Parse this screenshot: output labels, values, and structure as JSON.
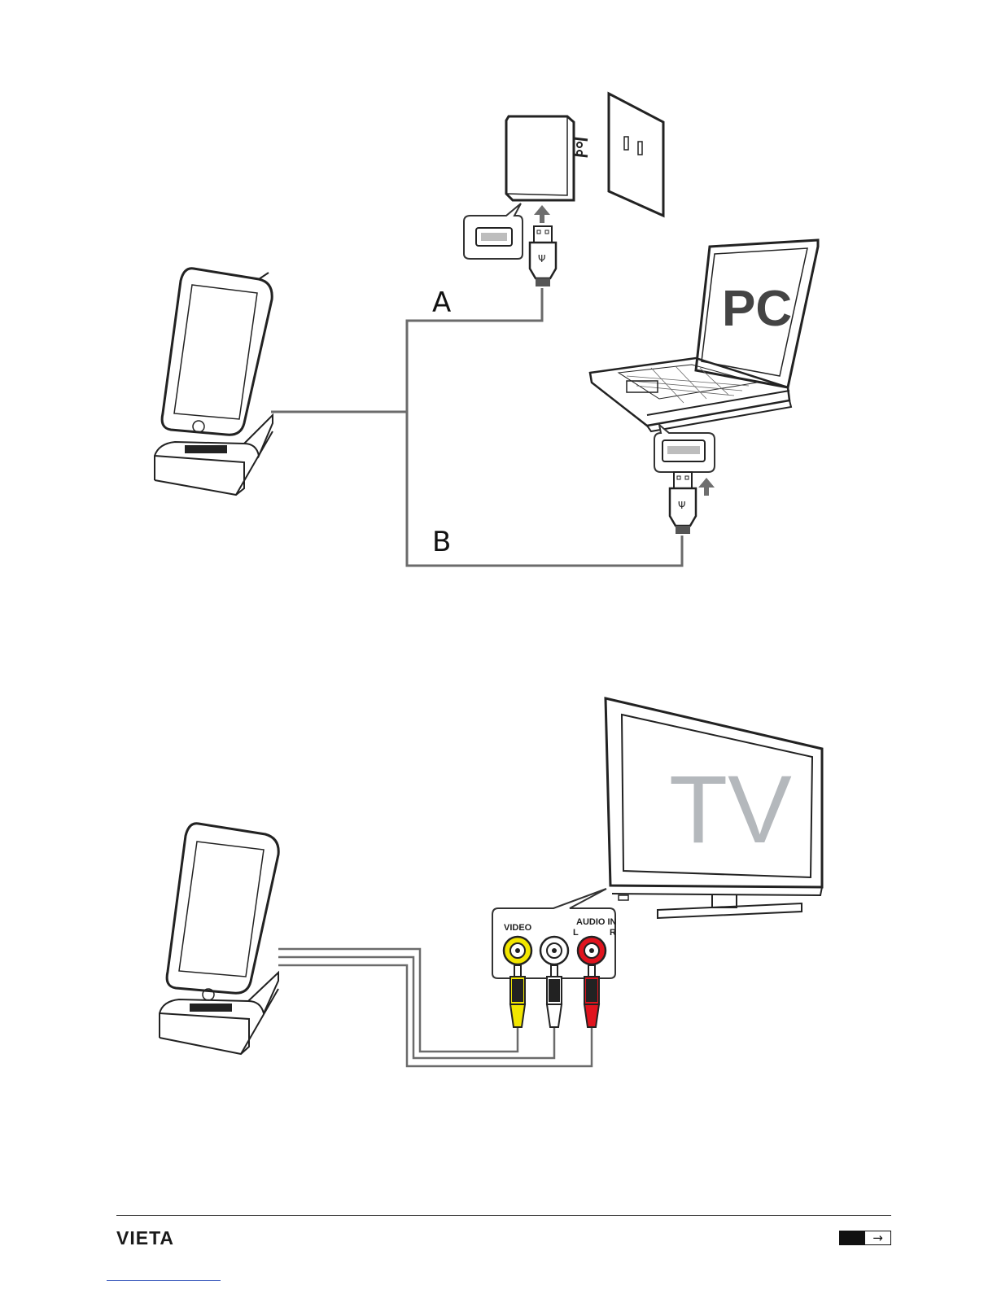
{
  "figure1": {
    "label_a": "A",
    "label_b": "B",
    "pc_label": "PC",
    "usb_symbol": "Ψ"
  },
  "figure2": {
    "tv_label": "TV",
    "port_video": "VIDEO",
    "port_audio_in": "AUDIO IN",
    "port_l": "L",
    "port_r": "R"
  },
  "footer": {
    "brand": "VIETA",
    "nav_arrow": "→"
  },
  "colors": {
    "video_plug": "#f2e600",
    "audio_l_plug": "#ffffff",
    "audio_r_plug": "#e0141e",
    "cable": "#6b6b6b",
    "arrow": "#6e6e6e"
  },
  "icons": [
    "usb-plug-icon",
    "usb-port-icon",
    "power-adapter-icon",
    "wall-outlet-icon",
    "laptop-icon",
    "tv-icon",
    "player-dock-icon",
    "rca-plug-icon",
    "up-arrow-icon",
    "right-arrow-icon"
  ]
}
